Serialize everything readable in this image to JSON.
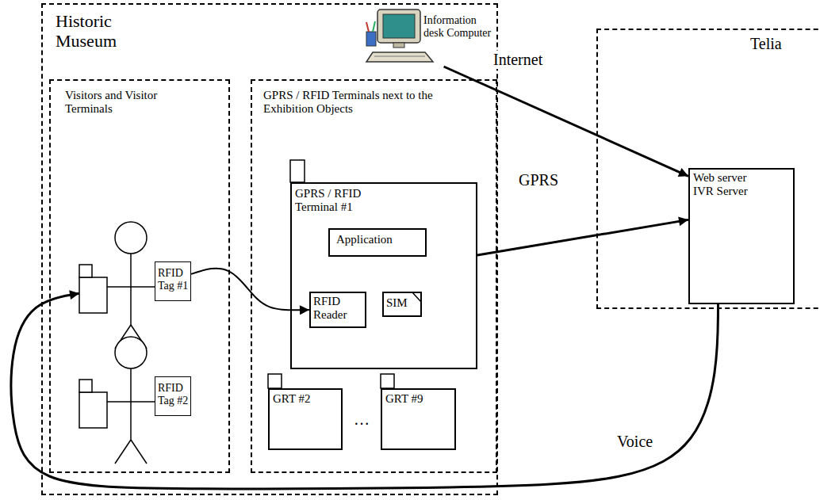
{
  "diagram": {
    "nodes": [
      {
        "text": [
          "Historic Museum"
        ]
      },
      {
        "text": [
          "Information desk Computer"
        ],
        "in": 0
      },
      {
        "text": [
          "Visitors and Visitor Terminals"
        ],
        "in": 0
      },
      {
        "text": [
          "RFID Tag #1"
        ],
        "in": 2
      },
      {
        "text": [
          "RFID Tag #2"
        ],
        "in": 2
      },
      {
        "text": [
          "GPRS / RFID Terminals next to the Exhibition Objects"
        ],
        "in": 0
      },
      {
        "text": [
          "GPRS / RFID Terminal #1"
        ],
        "in": 5
      },
      {
        "text": [
          "Application"
        ],
        "in": 6
      },
      {
        "text": [
          "RFID Reader"
        ],
        "in": 6
      },
      {
        "text": [
          "SIM"
        ],
        "in": 6
      },
      {
        "text": [
          "GRT #2"
        ],
        "in": 5
      },
      {
        "text": [
          "GRT #9"
        ],
        "in": 5
      },
      {
        "text": [
          "Telia"
        ]
      },
      {
        "text": [
          "Web server IVR Server"
        ],
        "in": 12
      }
    ],
    "edges": [
      {
        "from": 1,
        "to": 13,
        "arrow": "to",
        "label": "Internet"
      },
      {
        "from": 6,
        "to": 13,
        "arrow": "to",
        "label": "GPRS"
      },
      {
        "from": 3,
        "to": 8,
        "arrow": "to"
      },
      {
        "from": 13,
        "to": 3,
        "arrow": "to",
        "label": "Voice"
      }
    ],
    "labels": [
      "…"
    ]
  }
}
